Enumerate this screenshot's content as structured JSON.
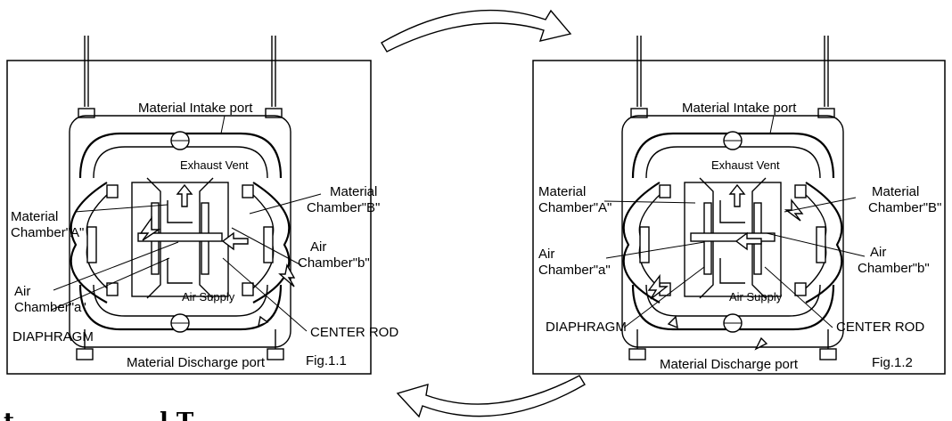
{
  "figures": [
    {
      "caption": "Fig.1.1",
      "labels": {
        "intake": "Material Intake port",
        "exhaust": "Exhaust Vent",
        "chamber_a_line1": "Material",
        "chamber_a_line2": "Chamber\"A\"",
        "chamber_b_line1": "Material",
        "chamber_b_line2": "Chamber\"B\"",
        "air_a_line1": "Air",
        "air_a_line2": "Chamber\"a\"",
        "air_b_line1": "Air",
        "air_b_line2": "Chamber\"b\"",
        "air_supply": "Air Supply",
        "diaphragm": "DIAPHRAGM",
        "center_rod": "CENTER ROD",
        "discharge": "Material Discharge port"
      }
    },
    {
      "caption": "Fig.1.2",
      "labels": {
        "intake": "Material Intake port",
        "exhaust": "Exhaust Vent",
        "chamber_a_line1": "Material",
        "chamber_a_line2": "Chamber\"A\"",
        "chamber_b_line1": "Material",
        "chamber_b_line2": "Chamber\"B\"",
        "air_a_line1": "Air",
        "air_a_line2": "Chamber\"a\"",
        "air_b_line1": "Air",
        "air_b_line2": "Chamber\"b\"",
        "air_supply": "Air Supply",
        "diaphragm": "DIAPHRAGM",
        "center_rod": "CENTER ROD",
        "discharge": "Material Discharge port"
      }
    }
  ],
  "bottom_heading_partial": "t                  l T"
}
